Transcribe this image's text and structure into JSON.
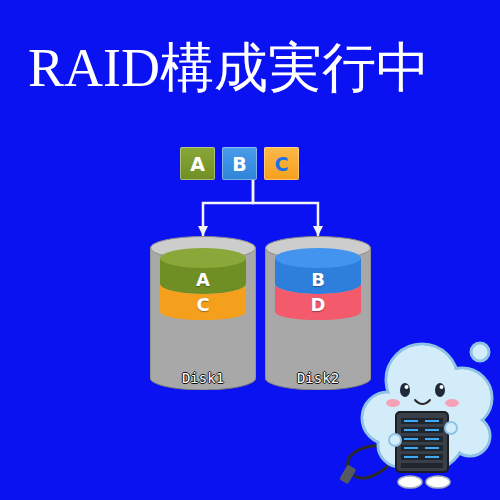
{
  "diagram": {
    "title": "RAID構成実行中",
    "nodes": [
      {
        "text": [
          "A"
        ]
      },
      {
        "text": [
          "B"
        ]
      },
      {
        "text": [
          "C"
        ]
      },
      {
        "text": [
          "Disk1"
        ]
      },
      {
        "text": [
          "A"
        ],
        "in": 3
      },
      {
        "text": [
          "C"
        ],
        "in": 3
      },
      {
        "text": [
          "Disk2"
        ]
      },
      {
        "text": [
          "B"
        ],
        "in": 6
      },
      {
        "text": [
          "D"
        ],
        "in": 6
      }
    ],
    "edges": [
      {
        "from": 1,
        "to": 3,
        "arrow": "to"
      },
      {
        "from": 1,
        "to": 6,
        "arrow": "to"
      }
    ]
  }
}
